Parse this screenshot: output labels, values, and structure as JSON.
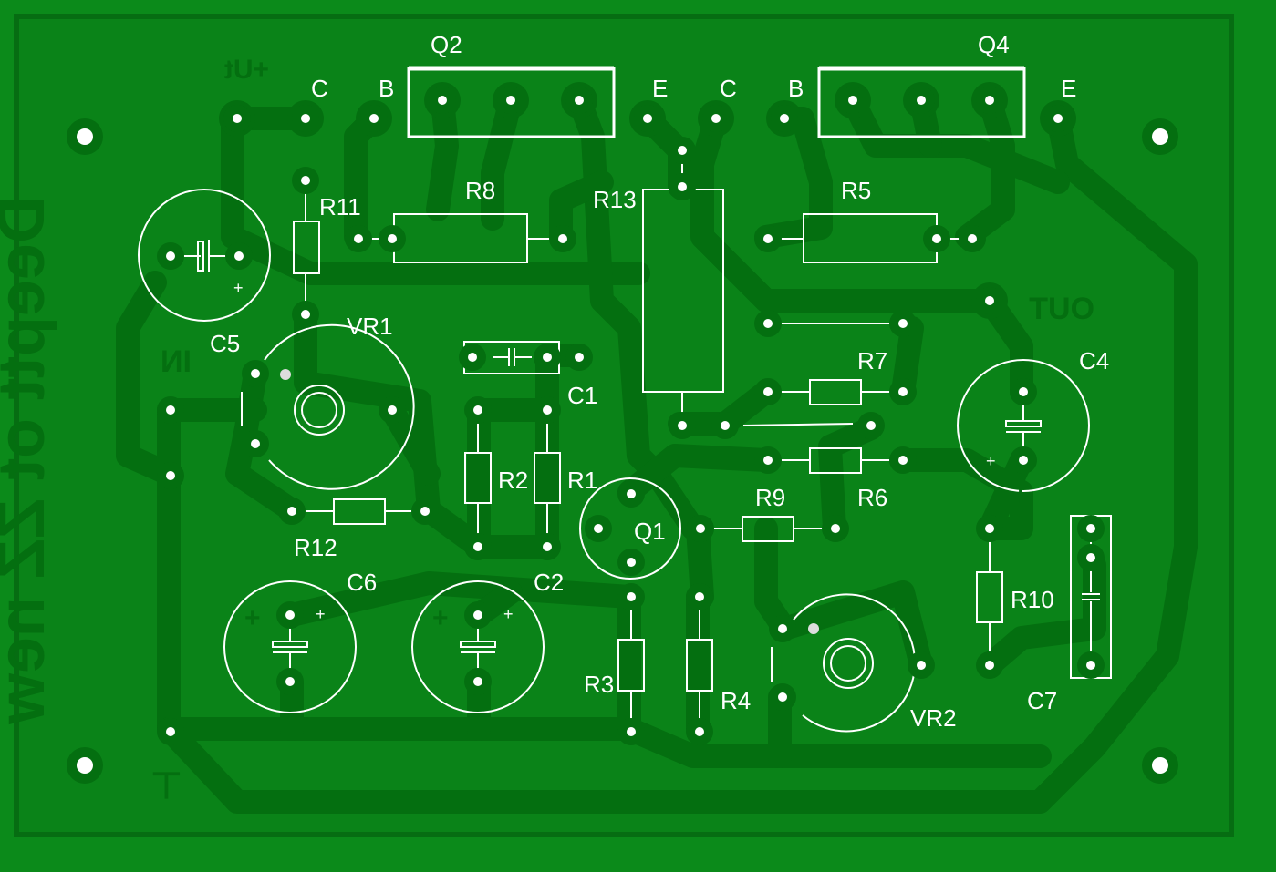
{
  "board": {
    "colors": {
      "background": "#0b8a1a",
      "board_fill": "#0a8318",
      "copper": "#046f10",
      "silk": "#ffffff",
      "pad": "#ffffff",
      "mirrored_text": "#056e12"
    },
    "mirrored_text": {
      "vertical_title": "Deeptt ot ZZ new",
      "in_label": "IN",
      "out_label": "OUT",
      "vplus_label": "+Ut",
      "ground_label": "⊥"
    }
  },
  "labels": {
    "q2": "Q2",
    "q4": "Q4",
    "c_left": "C",
    "b_left": "B",
    "e_left": "E",
    "c_right": "C",
    "b_right": "B",
    "e_right": "E",
    "r11": "R11",
    "r8": "R8",
    "r13": "R13",
    "r5": "R5",
    "c5": "C5",
    "vr1": "VR1",
    "c1": "C1",
    "r7": "R7",
    "c4": "C4",
    "r2": "R2",
    "r1": "R1",
    "q1": "Q1",
    "r9": "R9",
    "r6": "R6",
    "r12": "R12",
    "c6": "C6",
    "c2": "C2",
    "r10": "R10",
    "r3": "R3",
    "r4": "R4",
    "vr2": "VR2",
    "c7": "C7",
    "plus": "+"
  }
}
